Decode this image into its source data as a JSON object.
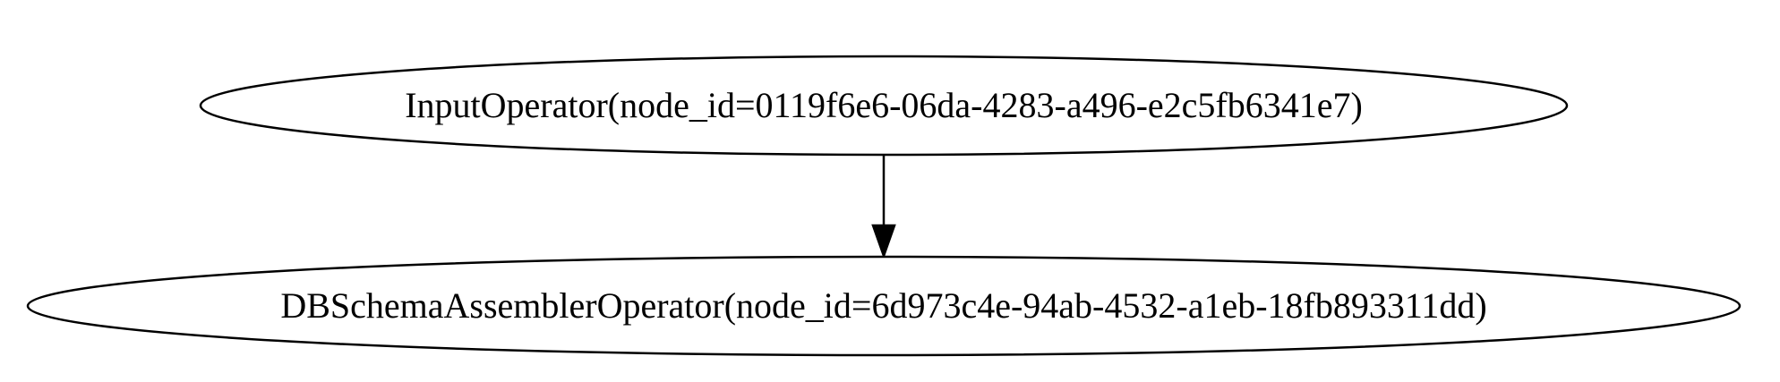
{
  "graph": {
    "nodes": [
      {
        "id": "input",
        "label": "InputOperator(node_id=0119f6e6-06da-4283-a496-e2c5fb6341e7)"
      },
      {
        "id": "assembler",
        "label": "DBSchemaAssemblerOperator(node_id=6d973c4e-94ab-4532-a1eb-18fb893311dd)"
      }
    ],
    "edges": [
      {
        "from": "input",
        "to": "assembler"
      }
    ],
    "colors": {
      "stroke": "#000000",
      "fill": "#ffffff",
      "text": "#000000"
    }
  }
}
